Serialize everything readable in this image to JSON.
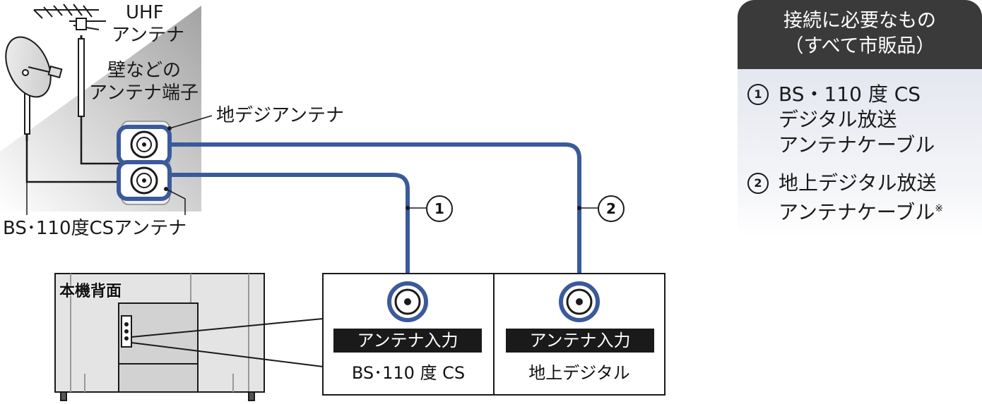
{
  "labels": {
    "uhf_line1": "UHF",
    "uhf_line2": "アンテナ",
    "wall_line1": "壁などの",
    "wall_line2": "アンテナ端子",
    "terrestrial_antenna": "地デジアンテナ",
    "bs_antenna": "BS･110度CSアンテナ",
    "back_title": "本機背面"
  },
  "ports": [
    {
      "badge": "アンテナ入力",
      "label": "BS･110 度 CS",
      "cable_number": "1"
    },
    {
      "badge": "アンテナ入力",
      "label": "地上デジタル",
      "cable_number": "2"
    }
  ],
  "side_panel": {
    "title_line1": "接続に必要なもの",
    "title_line2": "（すべて市販品）",
    "items": [
      {
        "mark": "1",
        "lines": [
          "BS・110 度 CS",
          "デジタル放送",
          "アンテナケーブル"
        ],
        "note": ""
      },
      {
        "mark": "2",
        "lines": [
          "地上デジタル放送",
          "アンテナケーブル"
        ],
        "note": "※"
      }
    ]
  },
  "colors": {
    "cable": "#3a5a9c",
    "dark": "#1a1a1a",
    "panel_header": "#3a3a3a",
    "wall_gray": "#9a9a9a"
  }
}
